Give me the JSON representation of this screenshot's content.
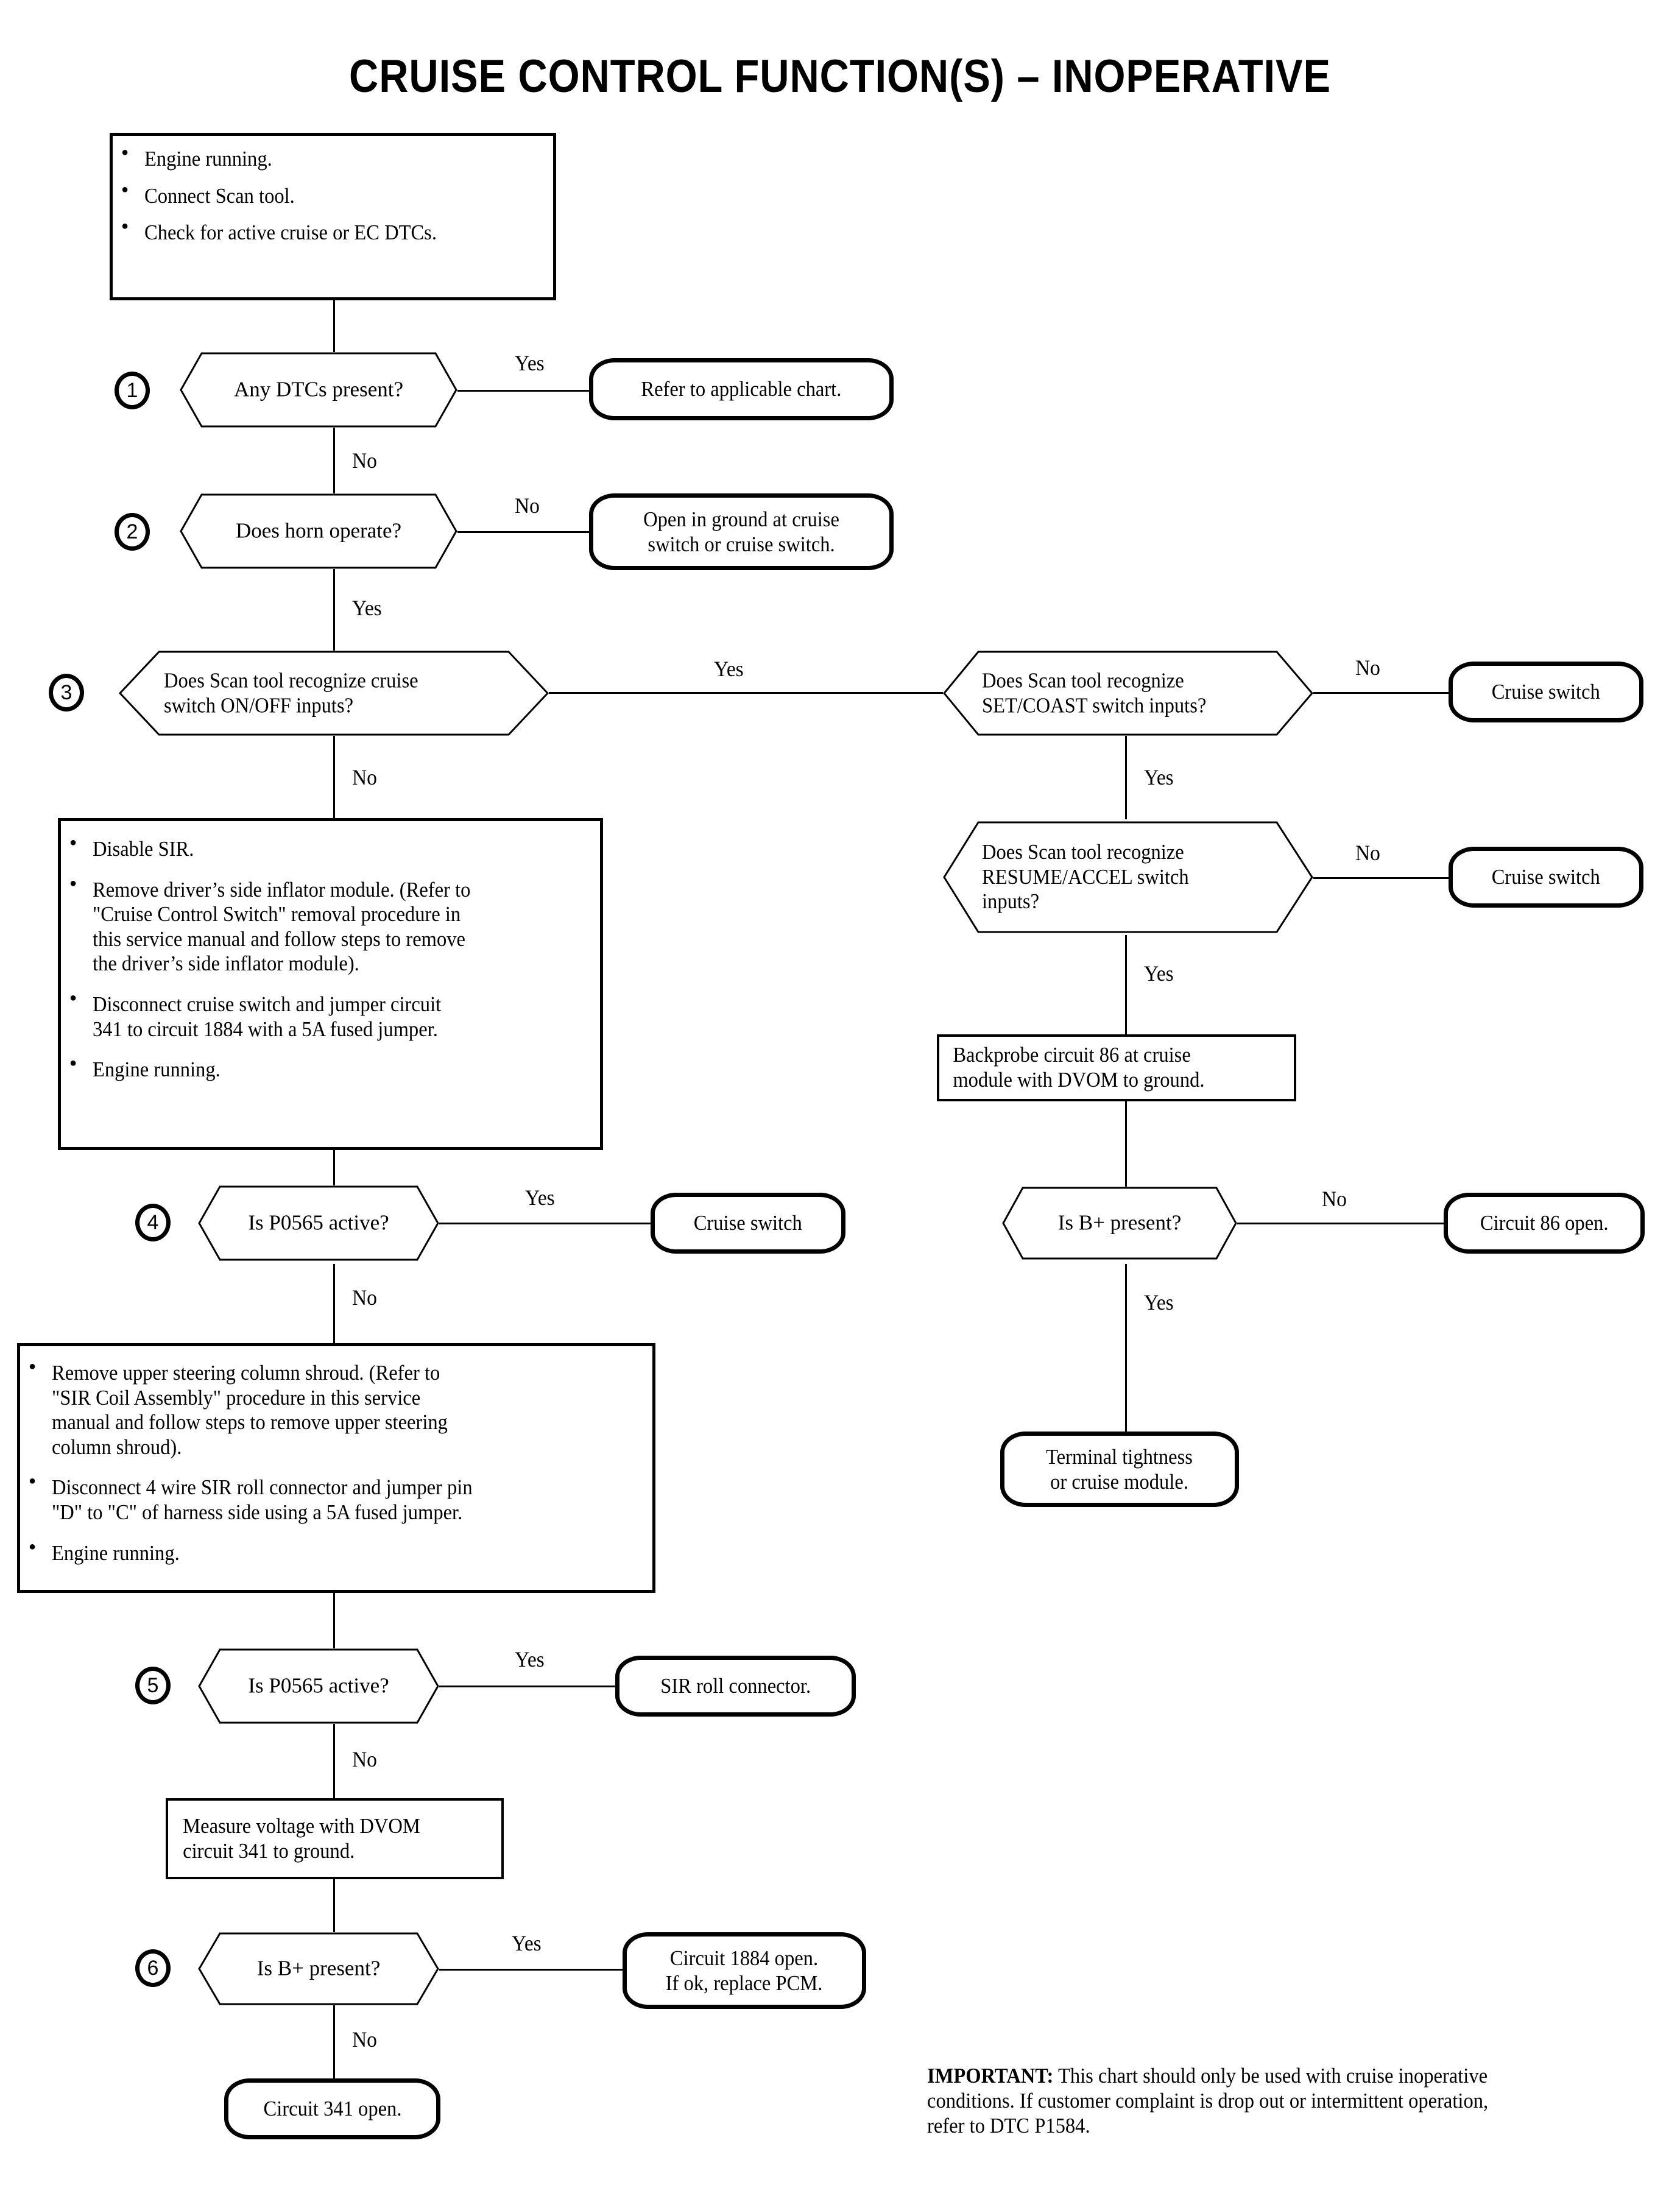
{
  "title": "CRUISE CONTROL FUNCTION(S) – INOPERATIVE",
  "chart_data": {
    "type": "flowchart",
    "title": "CRUISE CONTROL FUNCTION(S) – INOPERATIVE",
    "orientation": "top-down, two columns",
    "node_shapes": {
      "rectangle": "instruction / action block (thick border)",
      "hexagon": "decision question",
      "rounded": "terminal result / diagnosis (thick rounded border)",
      "circle": "numbered diagnostic step badge"
    },
    "branch_labels": [
      "Yes",
      "No"
    ]
  },
  "start_block": {
    "bullets": [
      "Engine running.",
      "Connect Scan tool.",
      "Check for active cruise or EC DTCs."
    ]
  },
  "steps": [
    {
      "number": "1",
      "question": "Any DTCs present?",
      "yes_label": "Yes",
      "no_label": "No",
      "yes_result": "Refer to applicable chart."
    },
    {
      "number": "2",
      "question": "Does horn operate?",
      "yes_label": "Yes",
      "no_label": "No",
      "no_result": "Open in ground at cruise\nswitch or cruise switch."
    },
    {
      "number": "3",
      "question": "Does Scan tool recognize cruise\nswitch ON/OFF inputs?",
      "yes_label": "Yes",
      "no_label": "No"
    },
    {
      "number": "4",
      "question": "Is P0565 active?",
      "yes_label": "Yes",
      "no_label": "No",
      "yes_result": "Cruise switch"
    },
    {
      "number": "5",
      "question": "Is P0565 active?",
      "yes_label": "Yes",
      "no_label": "No",
      "yes_result": "SIR roll connector."
    },
    {
      "number": "6",
      "question": "Is B+ present?",
      "yes_label": "Yes",
      "no_label": "No",
      "yes_result": "Circuit 1884 open.\nIf ok, replace PCM.",
      "no_result": "Circuit 341 open."
    }
  ],
  "left_block_1": {
    "bullets": [
      "Disable SIR.",
      "Remove driver’s side inflator module. (Refer to\n\"Cruise Control Switch\" removal procedure in\nthis service manual and follow steps to remove\nthe driver’s side inflator module).",
      "Disconnect cruise switch and jumper circuit\n341 to circuit 1884 with a 5A fused jumper.",
      "Engine running."
    ]
  },
  "left_block_2": {
    "bullets": [
      "Remove upper steering column shroud. (Refer to\n\"SIR Coil Assembly\" procedure in this service\nmanual and follow steps to remove upper steering\ncolumn shroud).",
      "Disconnect 4 wire SIR roll connector and jumper pin\n\"D\" to \"C\" of harness side using a 5A fused jumper.",
      "Engine running."
    ]
  },
  "measure_block": {
    "text": "Measure voltage with DVOM\ncircuit 341 to ground."
  },
  "right_branch": {
    "set_coast": {
      "question": "Does Scan tool recognize\nSET/COAST switch inputs?",
      "yes_label": "Yes",
      "no_label": "No",
      "no_result": "Cruise switch"
    },
    "resume_accel": {
      "question": "Does Scan tool recognize\nRESUME/ACCEL switch\ninputs?",
      "yes_label": "Yes",
      "no_label": "No",
      "no_result": "Cruise switch"
    },
    "backprobe": {
      "text": "Backprobe circuit 86 at cruise\nmodule with DVOM to ground."
    },
    "b_plus": {
      "question": "Is B+ present?",
      "yes_label": "Yes",
      "no_label": "No",
      "no_result": "Circuit 86 open."
    },
    "final_result": "Terminal tightness\nor cruise module."
  },
  "important": {
    "label": "IMPORTANT:",
    "text": "  This chart should only be used with cruise inoperative\nconditions. If customer complaint is drop out or intermittent operation,\nrefer to DTC P1584."
  },
  "colors": {
    "ink": "#000000",
    "paper": "#ffffff"
  }
}
